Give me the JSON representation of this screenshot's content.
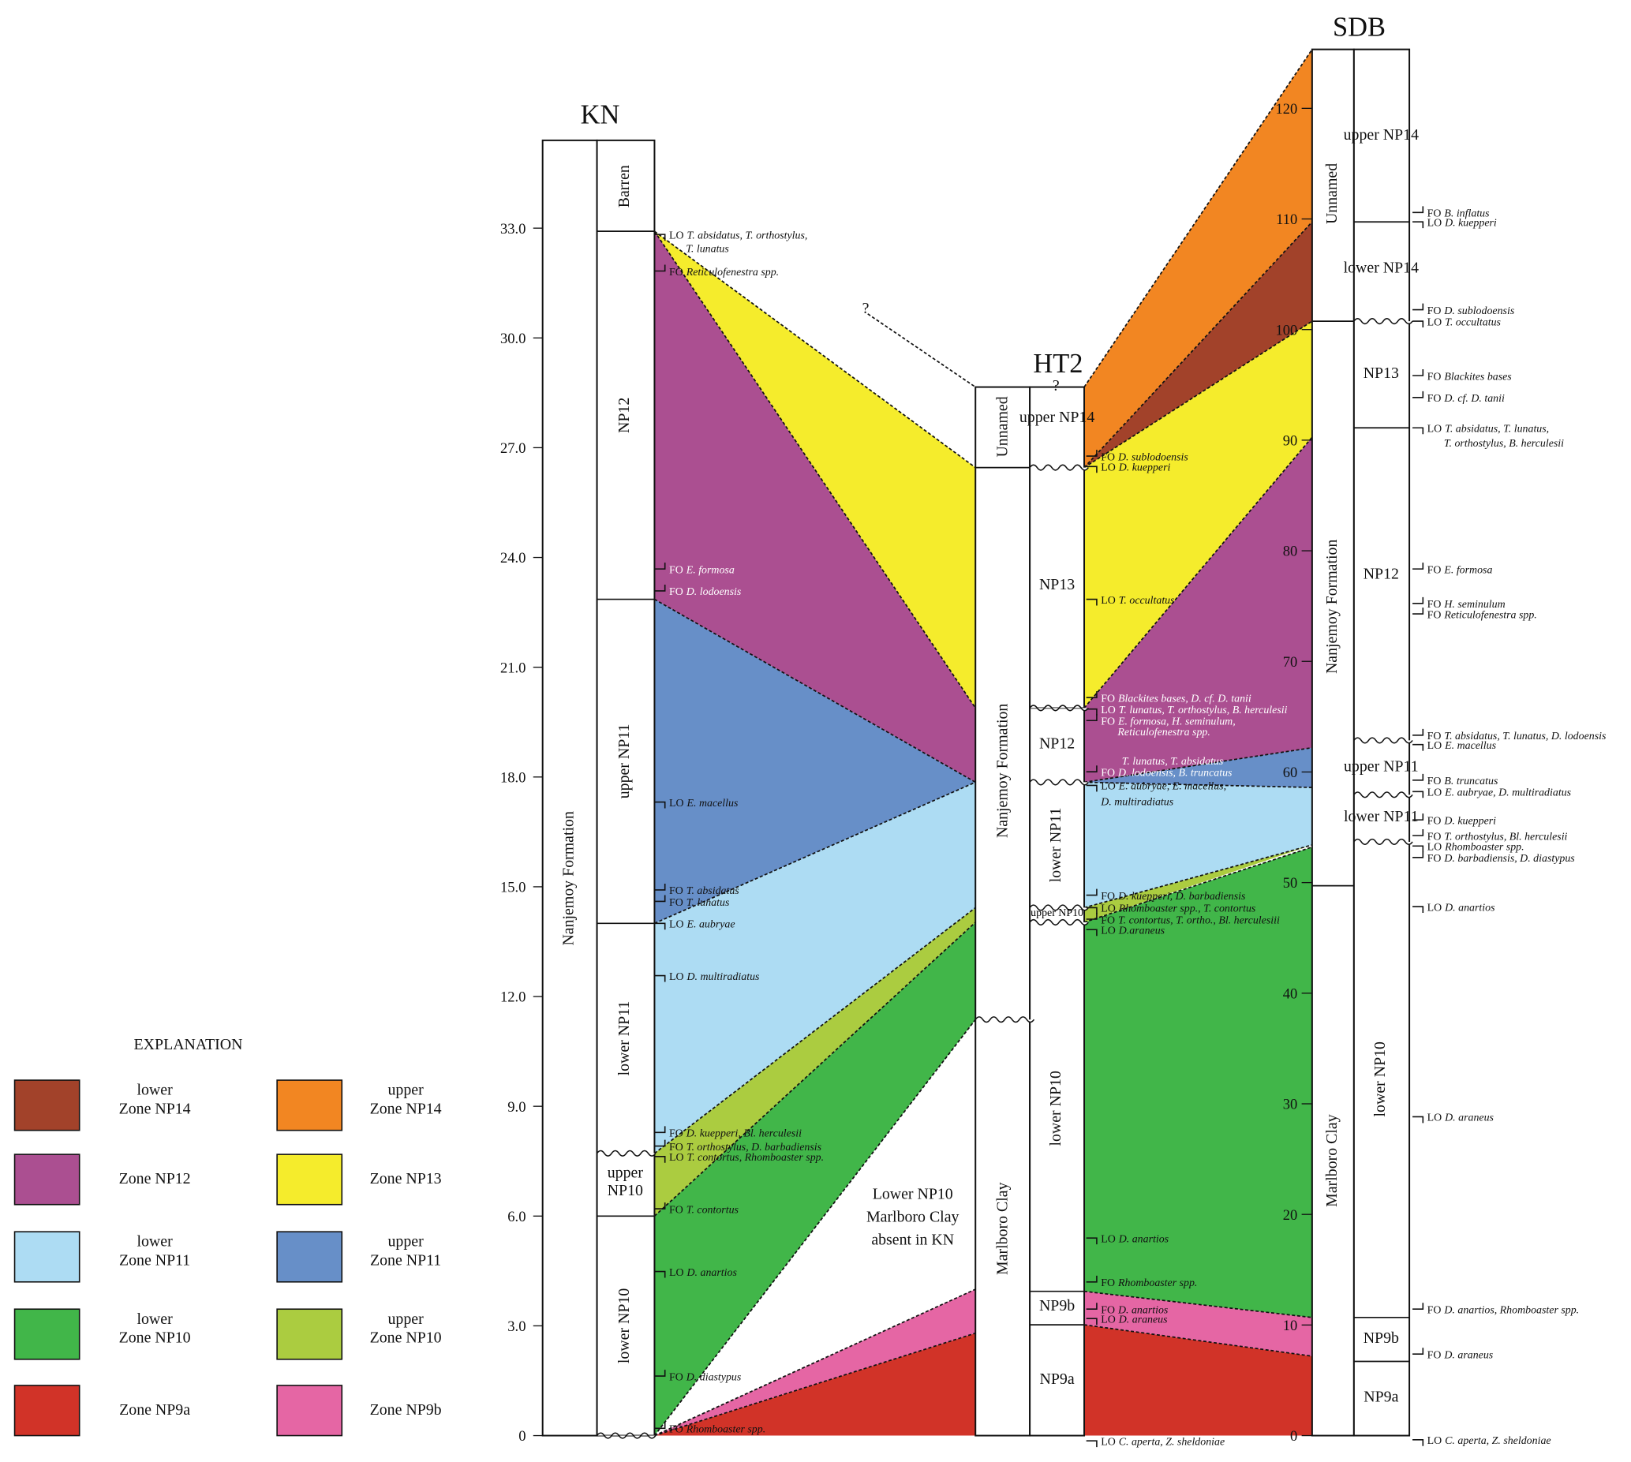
{
  "colors": {
    "np9a": "#d13328",
    "np9b": "#e566a4",
    "lower_np10": "#41b649",
    "upper_np10": "#abcc40",
    "lower_np11": "#addcf3",
    "upper_np11": "#678fc8",
    "np12": "#ab4f91",
    "np13": "#f5ec2c",
    "lower_np14": "#a2422a",
    "upper_np14": "#f28622"
  },
  "sections": {
    "kn": {
      "title": "KN",
      "formation": "Nanjemoy Formation",
      "zones": [
        "Barren",
        "NP12",
        "upper NP11",
        "lower NP11",
        "upper NP10",
        "lower NP10"
      ],
      "axis_ticks": [
        "0",
        "3.0",
        "6.0",
        "9.0",
        "12.0",
        "15.0",
        "18.0",
        "21.0",
        "24.0",
        "27.0",
        "30.0",
        "33.0"
      ]
    },
    "ht2": {
      "title": "HT2",
      "question": "?",
      "formations": [
        "Unnamed",
        "Nanjemoy Formation",
        "Marlboro Clay"
      ],
      "zones": [
        "upper NP14",
        "NP13",
        "NP12",
        "lower NP11",
        "upper NP10",
        "lower NP10",
        "NP9b",
        "NP9a"
      ]
    },
    "sdb": {
      "title": "SDB",
      "formations": [
        "Unnamed",
        "Nanjemoy Formation",
        "Marlboro Clay"
      ],
      "zones": [
        "upper NP14",
        "lower NP14",
        "NP13",
        "NP12",
        "upper NP11",
        "lower NP11",
        "lower NP10",
        "NP9b",
        "NP9a"
      ],
      "axis_ticks": [
        "0",
        "10",
        "20",
        "30",
        "40",
        "50",
        "60",
        "70",
        "80",
        "90",
        "100",
        "110",
        "120"
      ]
    }
  },
  "question_mark": "?",
  "absent_note": [
    "Lower NP10",
    "Marlboro Clay",
    "absent in KN"
  ],
  "annotations": {
    "kn": [
      [
        "LO",
        "T. absidatus, T. orthostylus,"
      ],
      [
        "",
        "T. lunatus"
      ],
      [
        "FO",
        "Reticulofenestra spp."
      ],
      [
        "FO",
        "E. formosa"
      ],
      [
        "FO",
        "D. lodoensis"
      ],
      [
        "LO",
        "E. macellus"
      ],
      [
        "FO",
        "T. absidatus"
      ],
      [
        "FO",
        "T. lunatus"
      ],
      [
        "LO",
        "E. aubryae"
      ],
      [
        "LO",
        "D. multiradiatus"
      ],
      [
        "FO",
        "D. kuepperi, Bl. herculesii"
      ],
      [
        "FO",
        "T. orthostylus, D. barbadiensis"
      ],
      [
        "LO",
        "T. contortus, Rhomboaster spp."
      ],
      [
        "FO",
        "T. contortus"
      ],
      [
        "LO",
        "D. anartios"
      ],
      [
        "FO",
        "D. diastypus"
      ],
      [
        "FO",
        "Rhomboaster spp."
      ]
    ],
    "ht2": [
      [
        "FO",
        "D. sublodoensis"
      ],
      [
        "LO",
        "D. kuepperi"
      ],
      [
        "LO",
        "T. occultatus"
      ],
      [
        "FO",
        "Blackites bases, D. cf. D. tanii"
      ],
      [
        "LO",
        "T. lunatus, T. orthostylus, B. herculesii"
      ],
      [
        "FO",
        "E. formosa, H. seminulum,"
      ],
      [
        "",
        "Reticulofenestra spp."
      ],
      [
        "",
        "T. lunatus, T. absidatus"
      ],
      [
        "FO",
        "D. lodoensis, B. truncatus"
      ],
      [
        "LO",
        "E. aubryae, E. macellus,"
      ],
      [
        "",
        "D. multiradiatus"
      ],
      [
        "FO",
        "D. kuepperi, D. barbadiensis"
      ],
      [
        "LO",
        "Rhomboaster spp., T. contortus"
      ],
      [
        "FO",
        "T. contortus, T. ortho., Bl. herculesiii"
      ],
      [
        "LO",
        "D.araneus"
      ],
      [
        "LO",
        "D. anartios"
      ],
      [
        "FO",
        "Rhomboaster spp."
      ],
      [
        "FO",
        "D. anartios"
      ],
      [
        "LO",
        "D. araneus"
      ],
      [
        "LO",
        "C. aperta, Z. sheldoniae"
      ]
    ],
    "sdb": [
      [
        "FO",
        "B. inflatus"
      ],
      [
        "LO",
        "D. kuepperi"
      ],
      [
        "FO",
        "D. sublodoensis"
      ],
      [
        "LO",
        "T. occultatus"
      ],
      [
        "FO",
        "Blackites bases"
      ],
      [
        "FO",
        "D. cf. D. tanii"
      ],
      [
        "LO",
        "T. absidatus, T. lunatus,"
      ],
      [
        "",
        "T. orthostylus, B. herculesii"
      ],
      [
        "FO",
        "E. formosa"
      ],
      [
        "FO",
        "H. seminulum"
      ],
      [
        "FO",
        "Reticulofenestra spp."
      ],
      [
        "FO",
        "T. absidatus, T. lunatus, D. lodoensis"
      ],
      [
        "LO",
        "E. macellus"
      ],
      [
        "FO",
        "B. truncatus"
      ],
      [
        "LO",
        "E. aubryae, D. multiradiatus"
      ],
      [
        "FO",
        "D. kuepperi"
      ],
      [
        "FO",
        "T. orthostylus, Bl. herculesii"
      ],
      [
        "LO",
        "Rhomboaster spp."
      ],
      [
        "FO",
        "D. barbadiensis, D. diastypus"
      ],
      [
        "LO",
        "D. anartios"
      ],
      [
        "LO",
        "D. araneus"
      ],
      [
        "FO",
        "D. anartios, Rhomboaster spp."
      ],
      [
        "FO",
        "D. araneus"
      ],
      [
        "LO",
        "C. aperta,  Z. sheldoniae"
      ]
    ]
  },
  "legend": {
    "title": "EXPLANATION",
    "items": [
      {
        "key": "lower_np14",
        "label": [
          "lower",
          "Zone NP14"
        ]
      },
      {
        "key": "upper_np14",
        "label": [
          "upper",
          "Zone NP14"
        ]
      },
      {
        "key": "np12",
        "label": [
          "Zone NP12"
        ]
      },
      {
        "key": "np13",
        "label": [
          "Zone NP13"
        ]
      },
      {
        "key": "lower_np11",
        "label": [
          "lower",
          "Zone NP11"
        ]
      },
      {
        "key": "upper_np11",
        "label": [
          "upper",
          "Zone NP11"
        ]
      },
      {
        "key": "lower_np10",
        "label": [
          "lower",
          "Zone NP10"
        ]
      },
      {
        "key": "upper_np10",
        "label": [
          "upper",
          "Zone NP10"
        ]
      },
      {
        "key": "np9a",
        "label": [
          "Zone NP9a"
        ]
      },
      {
        "key": "np9b",
        "label": [
          "Zone NP9b"
        ]
      }
    ]
  }
}
